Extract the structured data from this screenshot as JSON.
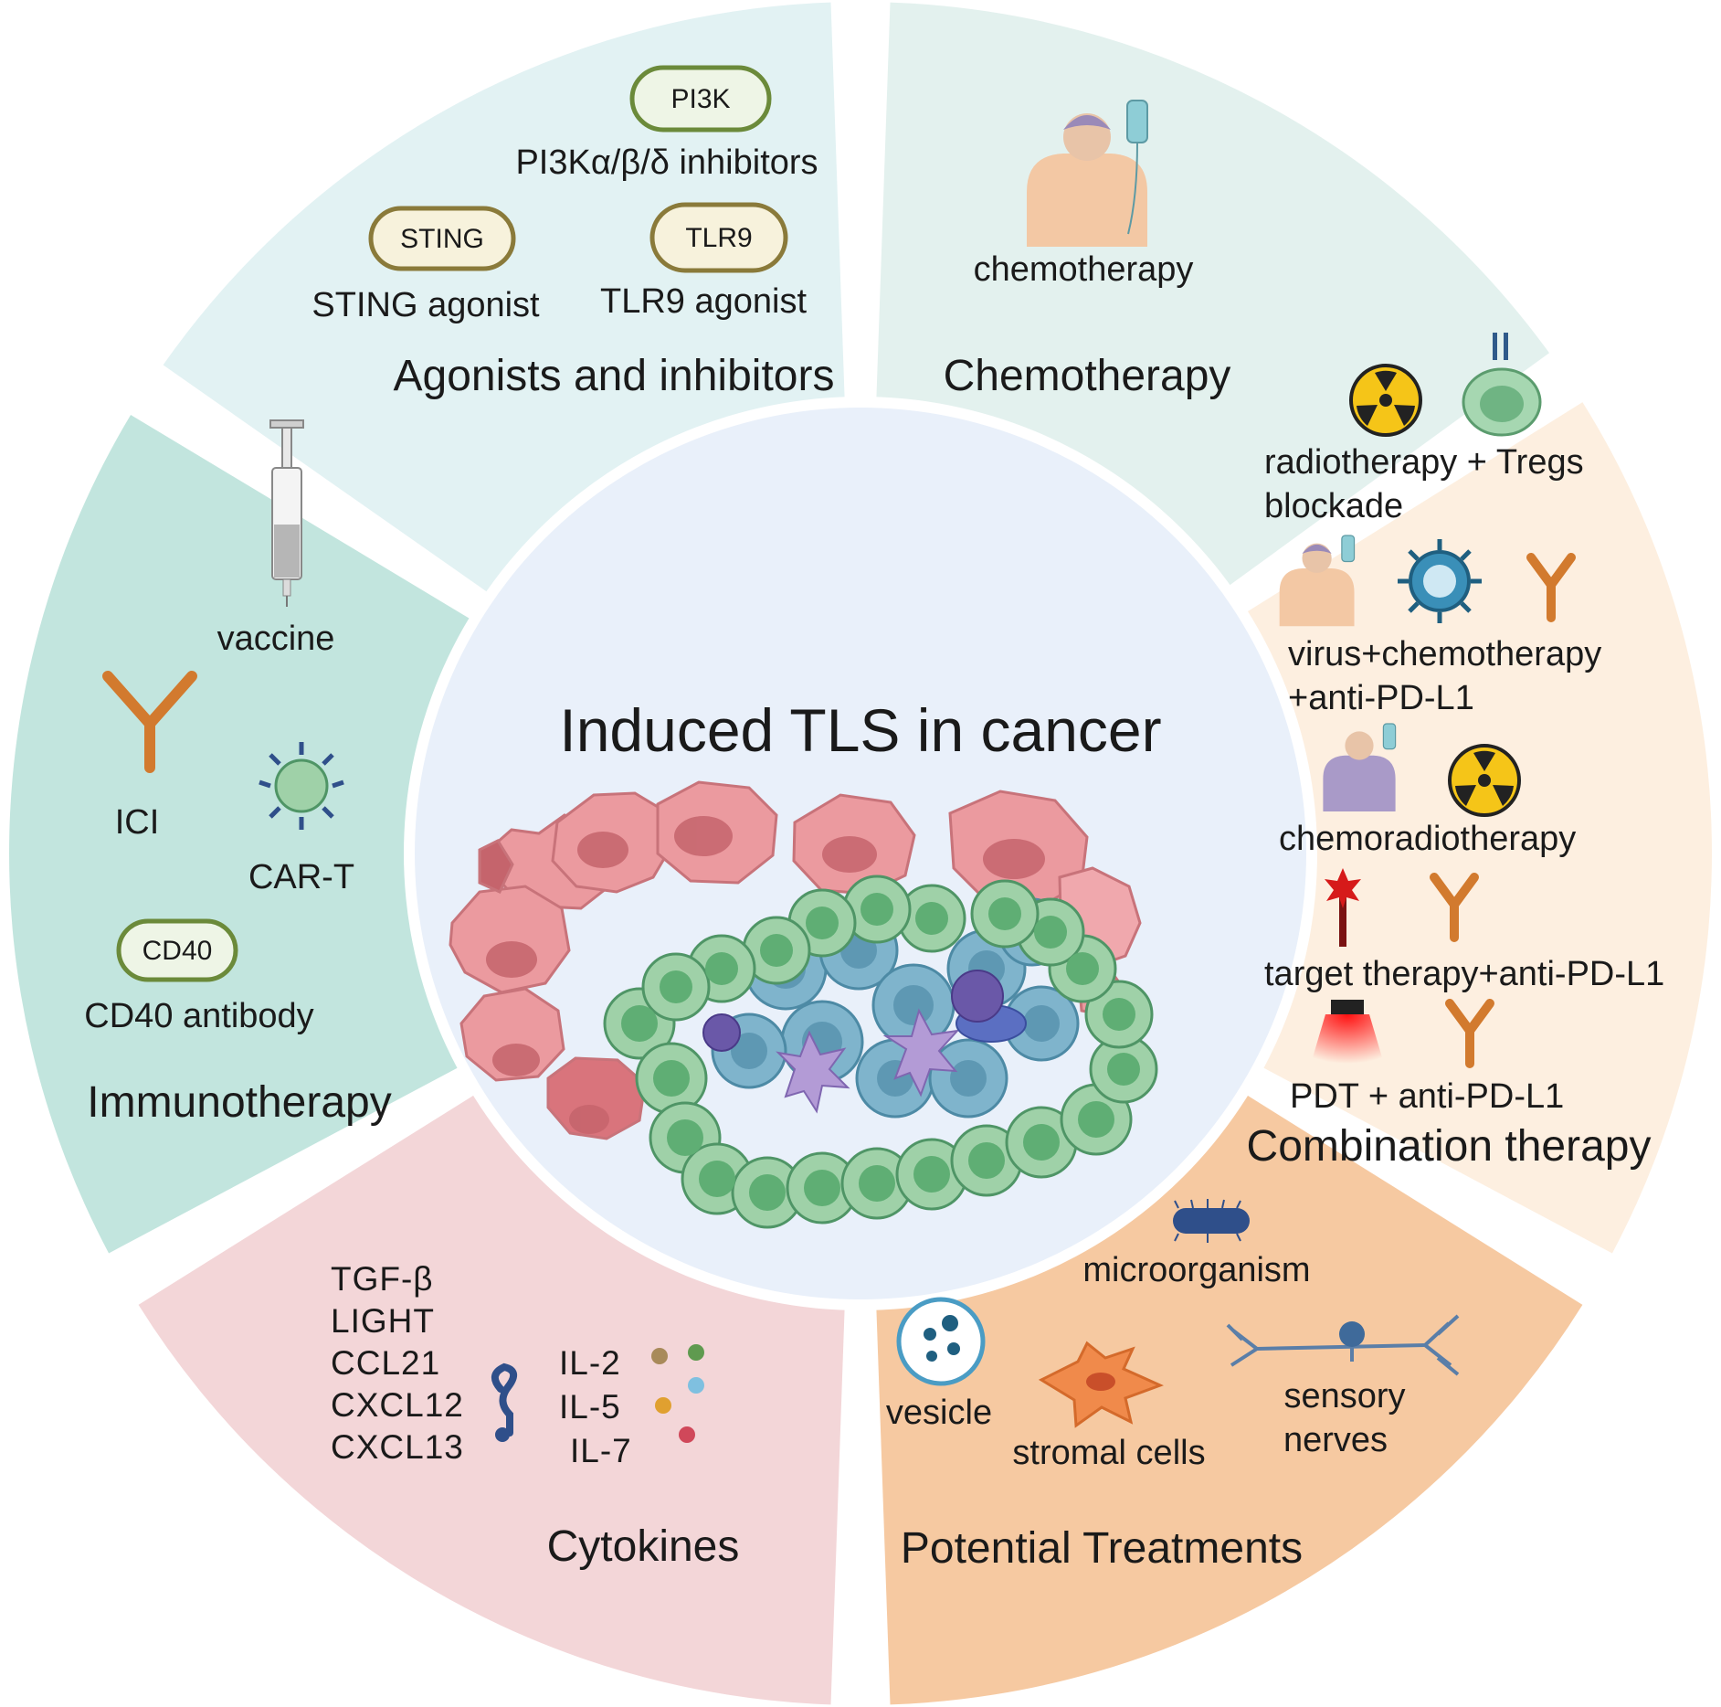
{
  "center": {
    "title": "Induced TLS in cancer"
  },
  "colors": {
    "agonists": "#e2f2f3",
    "chemo": "#e3f1ee",
    "combo": "#fdefe0",
    "potential": "#f6c9a1",
    "cytokines": "#f3d6d8",
    "immuno": "#c2e5de",
    "center": "#e9f0fa",
    "antibody": "#d27a2e",
    "tumor_pink": "#eb9a9f",
    "tcell_green": "#78b98c",
    "bcell_blue": "#7fb4cc"
  },
  "sectors": {
    "agonists": {
      "title": "Agonists and inhibitors",
      "pills": [
        "PI3K",
        "STING",
        "TLR9"
      ],
      "labels": [
        "PI3Kα/β/δ inhibitors",
        "STING agonist",
        "TLR9 agonist"
      ],
      "icons": [
        "pi3k-receptor-icon",
        "sting-receptor-icon",
        "tlr9-receptor-icon"
      ]
    },
    "chemo": {
      "title": "Chemotherapy",
      "labels": [
        "chemotherapy"
      ],
      "icons": [
        "patient-iv-drip-icon"
      ]
    },
    "combo": {
      "title": "Combination therapy",
      "labels": [
        "radiotherapy + Tregs",
        "blockade",
        "virus+chemotherapy",
        "+anti-PD-L1",
        "chemoradiotherapy",
        "target therapy+anti-PD-L1",
        "PDT + anti-PD-L1"
      ],
      "icons": [
        "radiation-icon",
        "treg-cell-icon",
        "patient-iv-drip-icon",
        "virus-icon",
        "antibody-icon",
        "laser-icon",
        "target-drug-icon"
      ]
    },
    "potential": {
      "title": "Potential Treatments",
      "labels": [
        "microorganism",
        "vesicle",
        "stromal cells",
        "sensory",
        "nerves"
      ],
      "icons": [
        "bacterium-icon",
        "vesicle-icon",
        "fibroblast-icon",
        "neuron-icon"
      ]
    },
    "cytokines": {
      "title": "Cytokines",
      "left_list": [
        "TGF-β",
        "LIGHT",
        "CCL21",
        "CXCL12",
        "CXCL13"
      ],
      "right_list": [
        "IL-2",
        "IL-5",
        "IL-7"
      ],
      "icons": [
        "chemokine-receptor-icon",
        "cytokine-molecules-icon"
      ]
    },
    "immuno": {
      "title": "Immunotherapy",
      "pills": [
        "CD40"
      ],
      "labels": [
        "vaccine",
        "ICI",
        "CAR-T",
        "CD40 antibody"
      ],
      "icons": [
        "syringe-icon",
        "antibody-icon",
        "car-t-cell-icon"
      ]
    }
  }
}
